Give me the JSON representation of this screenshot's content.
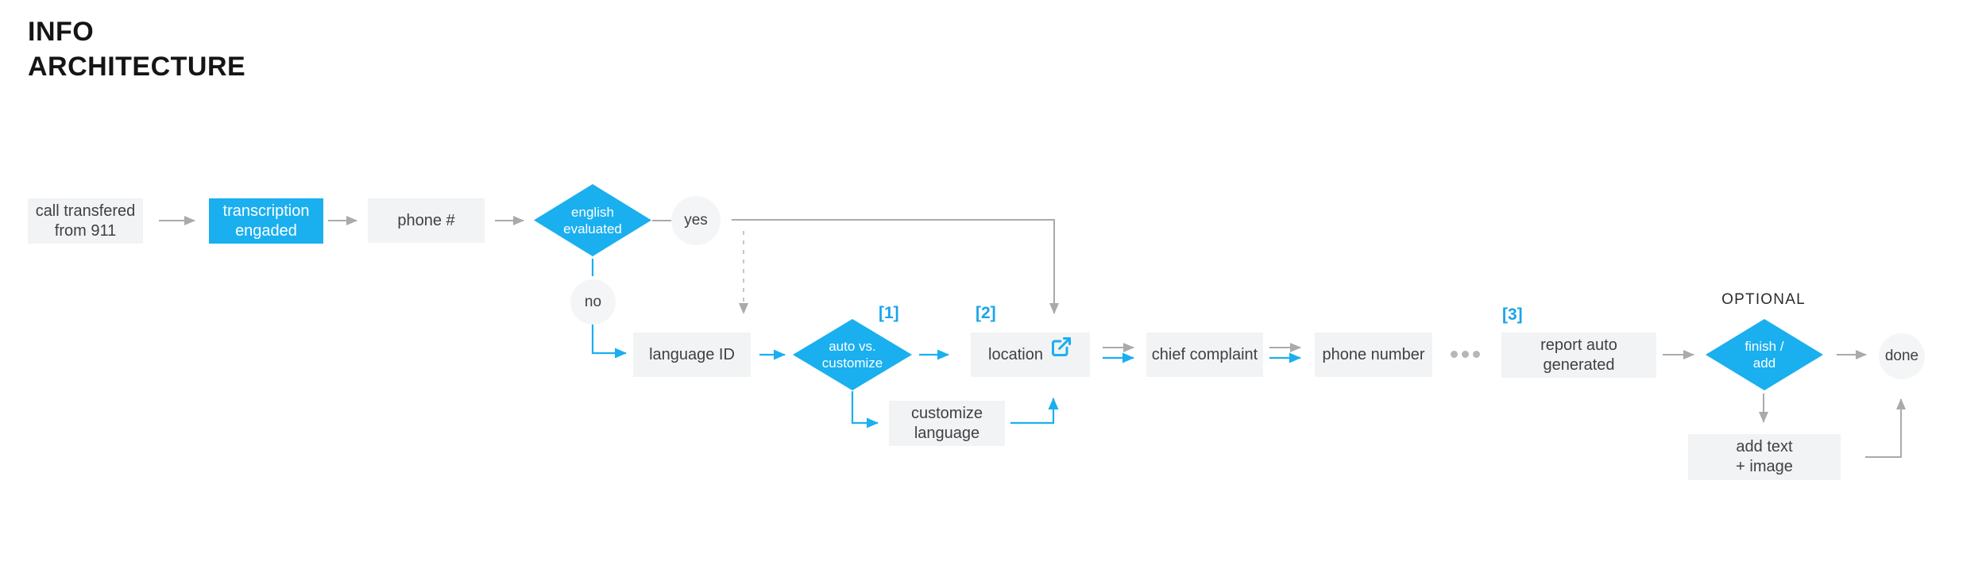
{
  "title": {
    "line1": "INFO",
    "line2": "ARCHITECTURE"
  },
  "labels": {
    "yes": "yes",
    "no": "no",
    "optional": "OPTIONAL",
    "ref1": "[1]",
    "ref2": "[2]",
    "ref3": "[3]"
  },
  "nodes": {
    "call_transferred": {
      "label": "call transfered\nfrom 911"
    },
    "transcription_engaged": {
      "label": "transcription\nengaded"
    },
    "phone": {
      "label": "phone #"
    },
    "english_evaluated": {
      "label": "english\nevaluated"
    },
    "language_id": {
      "label": "language ID"
    },
    "auto_vs_customize": {
      "label": "auto vs.\ncustomize"
    },
    "customize_language": {
      "label": "customize\nlanguage"
    },
    "location": {
      "label": "location"
    },
    "chief_complaint": {
      "label": "chief complaint"
    },
    "phone_number": {
      "label": "phone number"
    },
    "report_auto_generated": {
      "label": "report auto\ngenerated"
    },
    "finish_add": {
      "label": "finish /\nadd"
    },
    "done": {
      "label": "done"
    },
    "add_text_image": {
      "label": "add text\n+ image"
    }
  },
  "icons": {
    "location_icon": "external-link-icon",
    "ellipsis": "ellipsis-dots-icon"
  },
  "colors": {
    "accent_blue": "#1AAFEF",
    "ref_blue": "#18A5EA",
    "node_bg": "#F2F3F4",
    "circle_bg": "#F4F5F6",
    "text_dark": "#414042",
    "title_black": "#151515",
    "arrow_gray": "#A8AAAD",
    "dash_gray": "#C4C6C8",
    "dots_gray": "#B5B7BA",
    "white": "#FFFFFF"
  }
}
